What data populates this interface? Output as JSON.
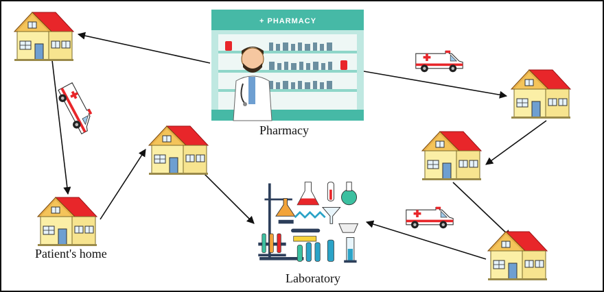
{
  "labels": {
    "pharmacy": "Pharmacy",
    "patients_home": "Patient's home",
    "laboratory": "Laboratory"
  },
  "pharmacy_sign": "+ PHARMACY",
  "icons": {
    "house": "house-icon",
    "ambulance": "ambulance-icon",
    "pharmacist": "pharmacist-icon",
    "lab": "lab-equipment-icon"
  },
  "colors": {
    "roof": "#e8262a",
    "wall": "#fbefa6",
    "window": "#e7f3fb",
    "door": "#6e9fd1",
    "shelf": "#8fd6c9",
    "arrow": "#111111"
  }
}
